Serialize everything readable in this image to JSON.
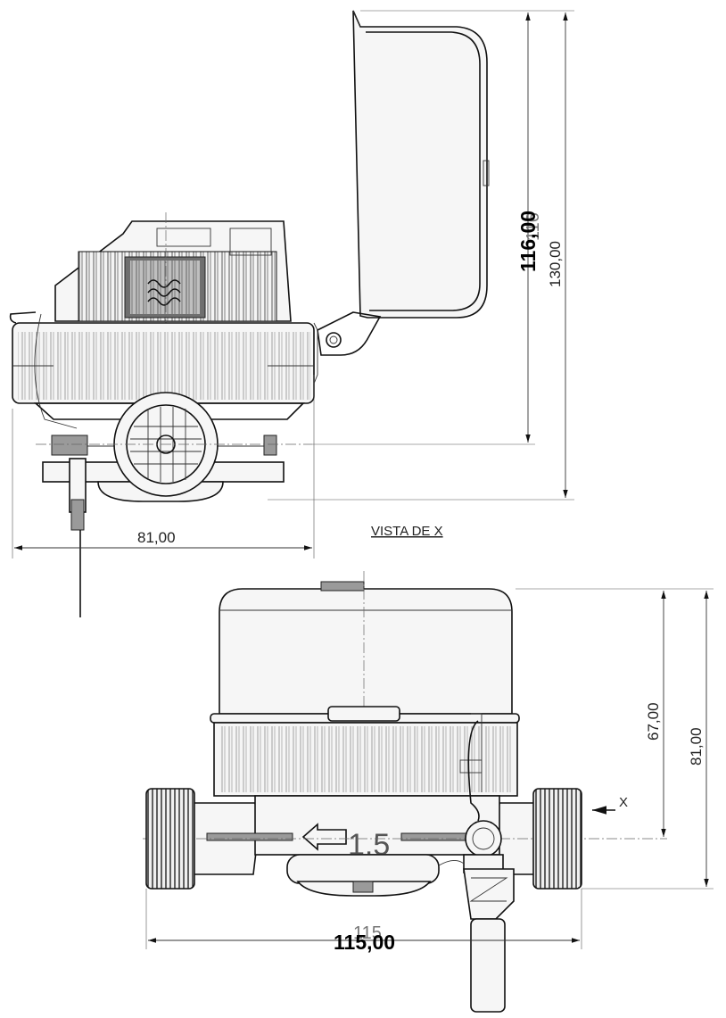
{
  "labels": {
    "view_label": "VISTA DE X",
    "dim_width_side": "81,00",
    "dim_height_total": "130,00",
    "dim_height_bold": "116,00",
    "dim_height_ghost": "116",
    "dim_height_front": "67,00",
    "dim_height_front_total": "81,00",
    "dim_length_bold": "115,00",
    "dim_length_ghost": "115",
    "flow_class": "1.5",
    "arrow_x": "X"
  }
}
